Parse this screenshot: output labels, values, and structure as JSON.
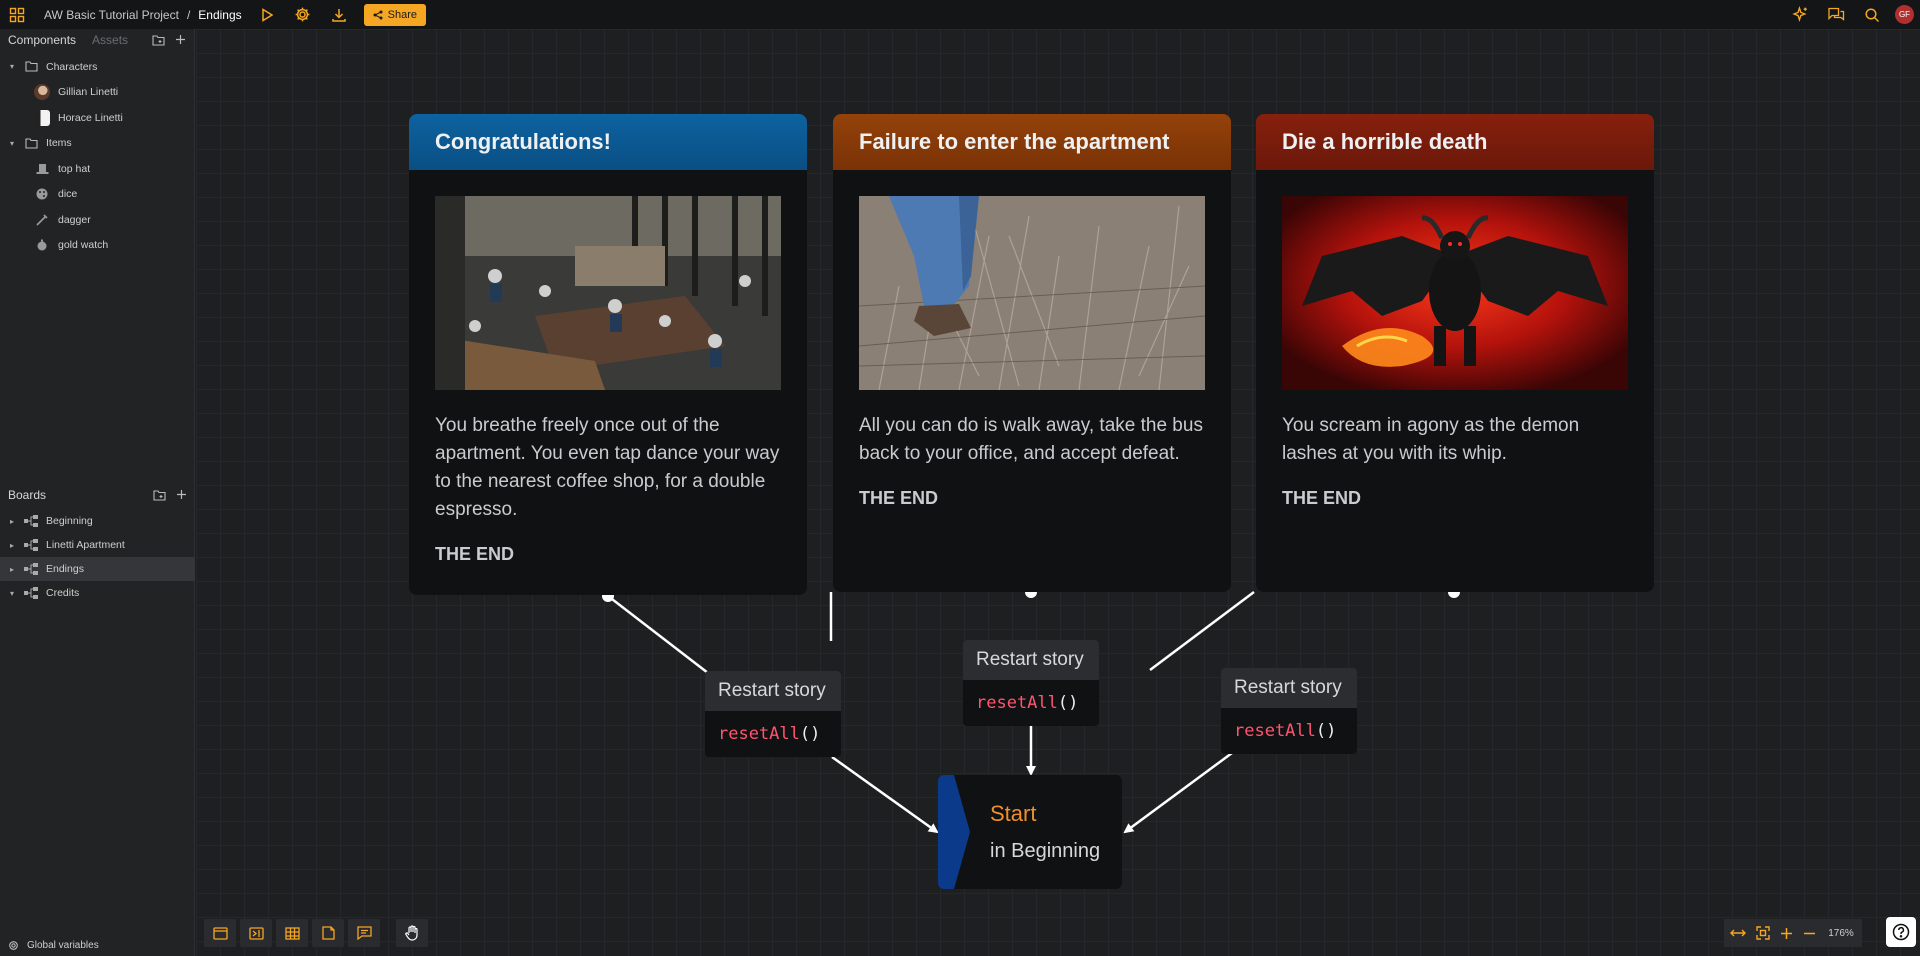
{
  "topbar": {
    "project": "AW Basic Tutorial Project",
    "separator": "/",
    "board": "Endings",
    "share_label": "Share",
    "avatar_initials": "GF"
  },
  "sidebar": {
    "tabs": [
      {
        "label": "Components"
      },
      {
        "label": "Assets"
      }
    ],
    "folders": [
      {
        "label": "Characters",
        "items": [
          {
            "label": "Gillian Linetti"
          },
          {
            "label": "Horace Linetti"
          }
        ]
      },
      {
        "label": "Items",
        "items": [
          {
            "label": "top hat"
          },
          {
            "label": "dice"
          },
          {
            "label": "dagger"
          },
          {
            "label": "gold watch"
          }
        ]
      }
    ],
    "boards_title": "Boards",
    "boards": [
      {
        "label": "Beginning"
      },
      {
        "label": "Linetti Apartment"
      },
      {
        "label": "Endings"
      },
      {
        "label": "Credits"
      }
    ],
    "global_variables": "Global variables"
  },
  "cards": [
    {
      "title": "Congratulations!",
      "color": "#0b5a93",
      "text": "You breathe freely once out of the apartment. You even tap dance your way to the nearest coffee shop, for a double espresso.",
      "end": "THE END"
    },
    {
      "title": "Failure to enter the apartment",
      "color": "#8a3a06",
      "text": "All you can do is walk away, take the bus back to your office, and accept defeat.",
      "end": "THE END"
    },
    {
      "title": "Die a horrible death",
      "color": "#7a1d0c",
      "text": "You scream in agony as the demon lashes at you with its whip.",
      "end": "THE END"
    }
  ],
  "jumps": [
    {
      "label": "Restart story",
      "fn": "resetAll",
      "args": "()"
    },
    {
      "label": "Restart story",
      "fn": "resetAll",
      "args": "()"
    },
    {
      "label": "Restart story",
      "fn": "resetAll",
      "args": "()"
    }
  ],
  "start_node": {
    "title": "Start",
    "subtitle": "in Beginning"
  },
  "zoom": {
    "value": "176%"
  },
  "colors": {
    "accent": "#f5a623",
    "start_title": "#f0902a",
    "code_fn": "#ff5470"
  }
}
